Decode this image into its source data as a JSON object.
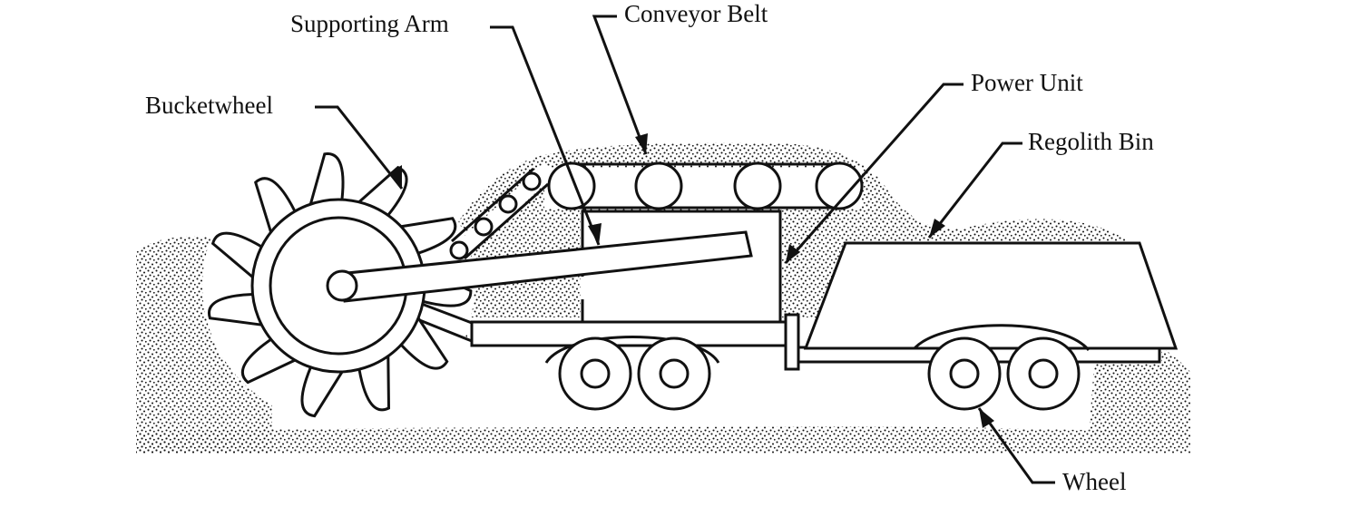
{
  "diagram": {
    "labels": {
      "supporting_arm": "Supporting Arm",
      "conveyor_belt": "Conveyor Belt",
      "power_unit": "Power Unit",
      "bucketwheel": "Bucketwheel",
      "regolith_bin": "Regolith Bin",
      "wheel": "Wheel"
    },
    "colors": {
      "ink": "#111111",
      "paper": "#ffffff"
    }
  }
}
